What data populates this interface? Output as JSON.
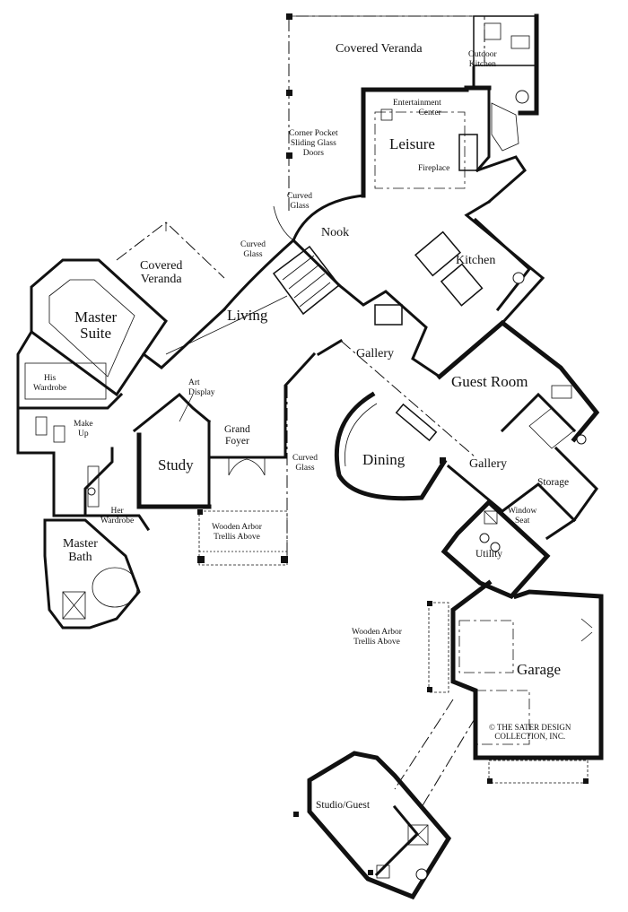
{
  "rooms": {
    "covered_veranda_top": "Covered Veranda",
    "outdoor_kitchen": [
      "Outdoor",
      "Kitchen"
    ],
    "entertainment_center": [
      "Entertainment",
      "Center"
    ],
    "leisure": "Leisure",
    "fireplace": "Fireplace",
    "corner_pocket_doors": [
      "Corner Pocket",
      "Sliding Glass",
      "Doors"
    ],
    "curved_glass_nook": [
      "Curved",
      "Glass"
    ],
    "nook": "Nook",
    "curved_glass_living": [
      "Curved",
      "Glass"
    ],
    "covered_veranda_left": [
      "Covered",
      "Veranda"
    ],
    "kitchen": "Kitchen",
    "master_suite": [
      "Master",
      "Suite"
    ],
    "living": "Living",
    "gallery_center": "Gallery",
    "guest_room": "Guest Room",
    "his_wardrobe": [
      "His",
      "Wardrobe"
    ],
    "art_display": [
      "Art",
      "Display"
    ],
    "make_up": [
      "Make",
      "Up"
    ],
    "grand_foyer": [
      "Grand",
      "Foyer"
    ],
    "study": "Study",
    "dining": "Dining",
    "curved_glass_dining": [
      "Curved",
      "Glass"
    ],
    "gallery_right": "Gallery",
    "storage": "Storage",
    "window_seat": [
      "Window",
      "Seat"
    ],
    "her_wardrobe": [
      "Her",
      "Wardrobe"
    ],
    "wooden_arbor_front": [
      "Wooden Arbor",
      "Trellis Above"
    ],
    "master_bath": [
      "Master",
      "Bath"
    ],
    "utility": "Utility",
    "wooden_arbor_garage": [
      "Wooden Arbor",
      "Trellis Above"
    ],
    "garage": "Garage",
    "copyright": [
      "© THE SATER DESIGN",
      "COLLECTION, INC."
    ],
    "studio_guest": "Studio/Guest"
  }
}
